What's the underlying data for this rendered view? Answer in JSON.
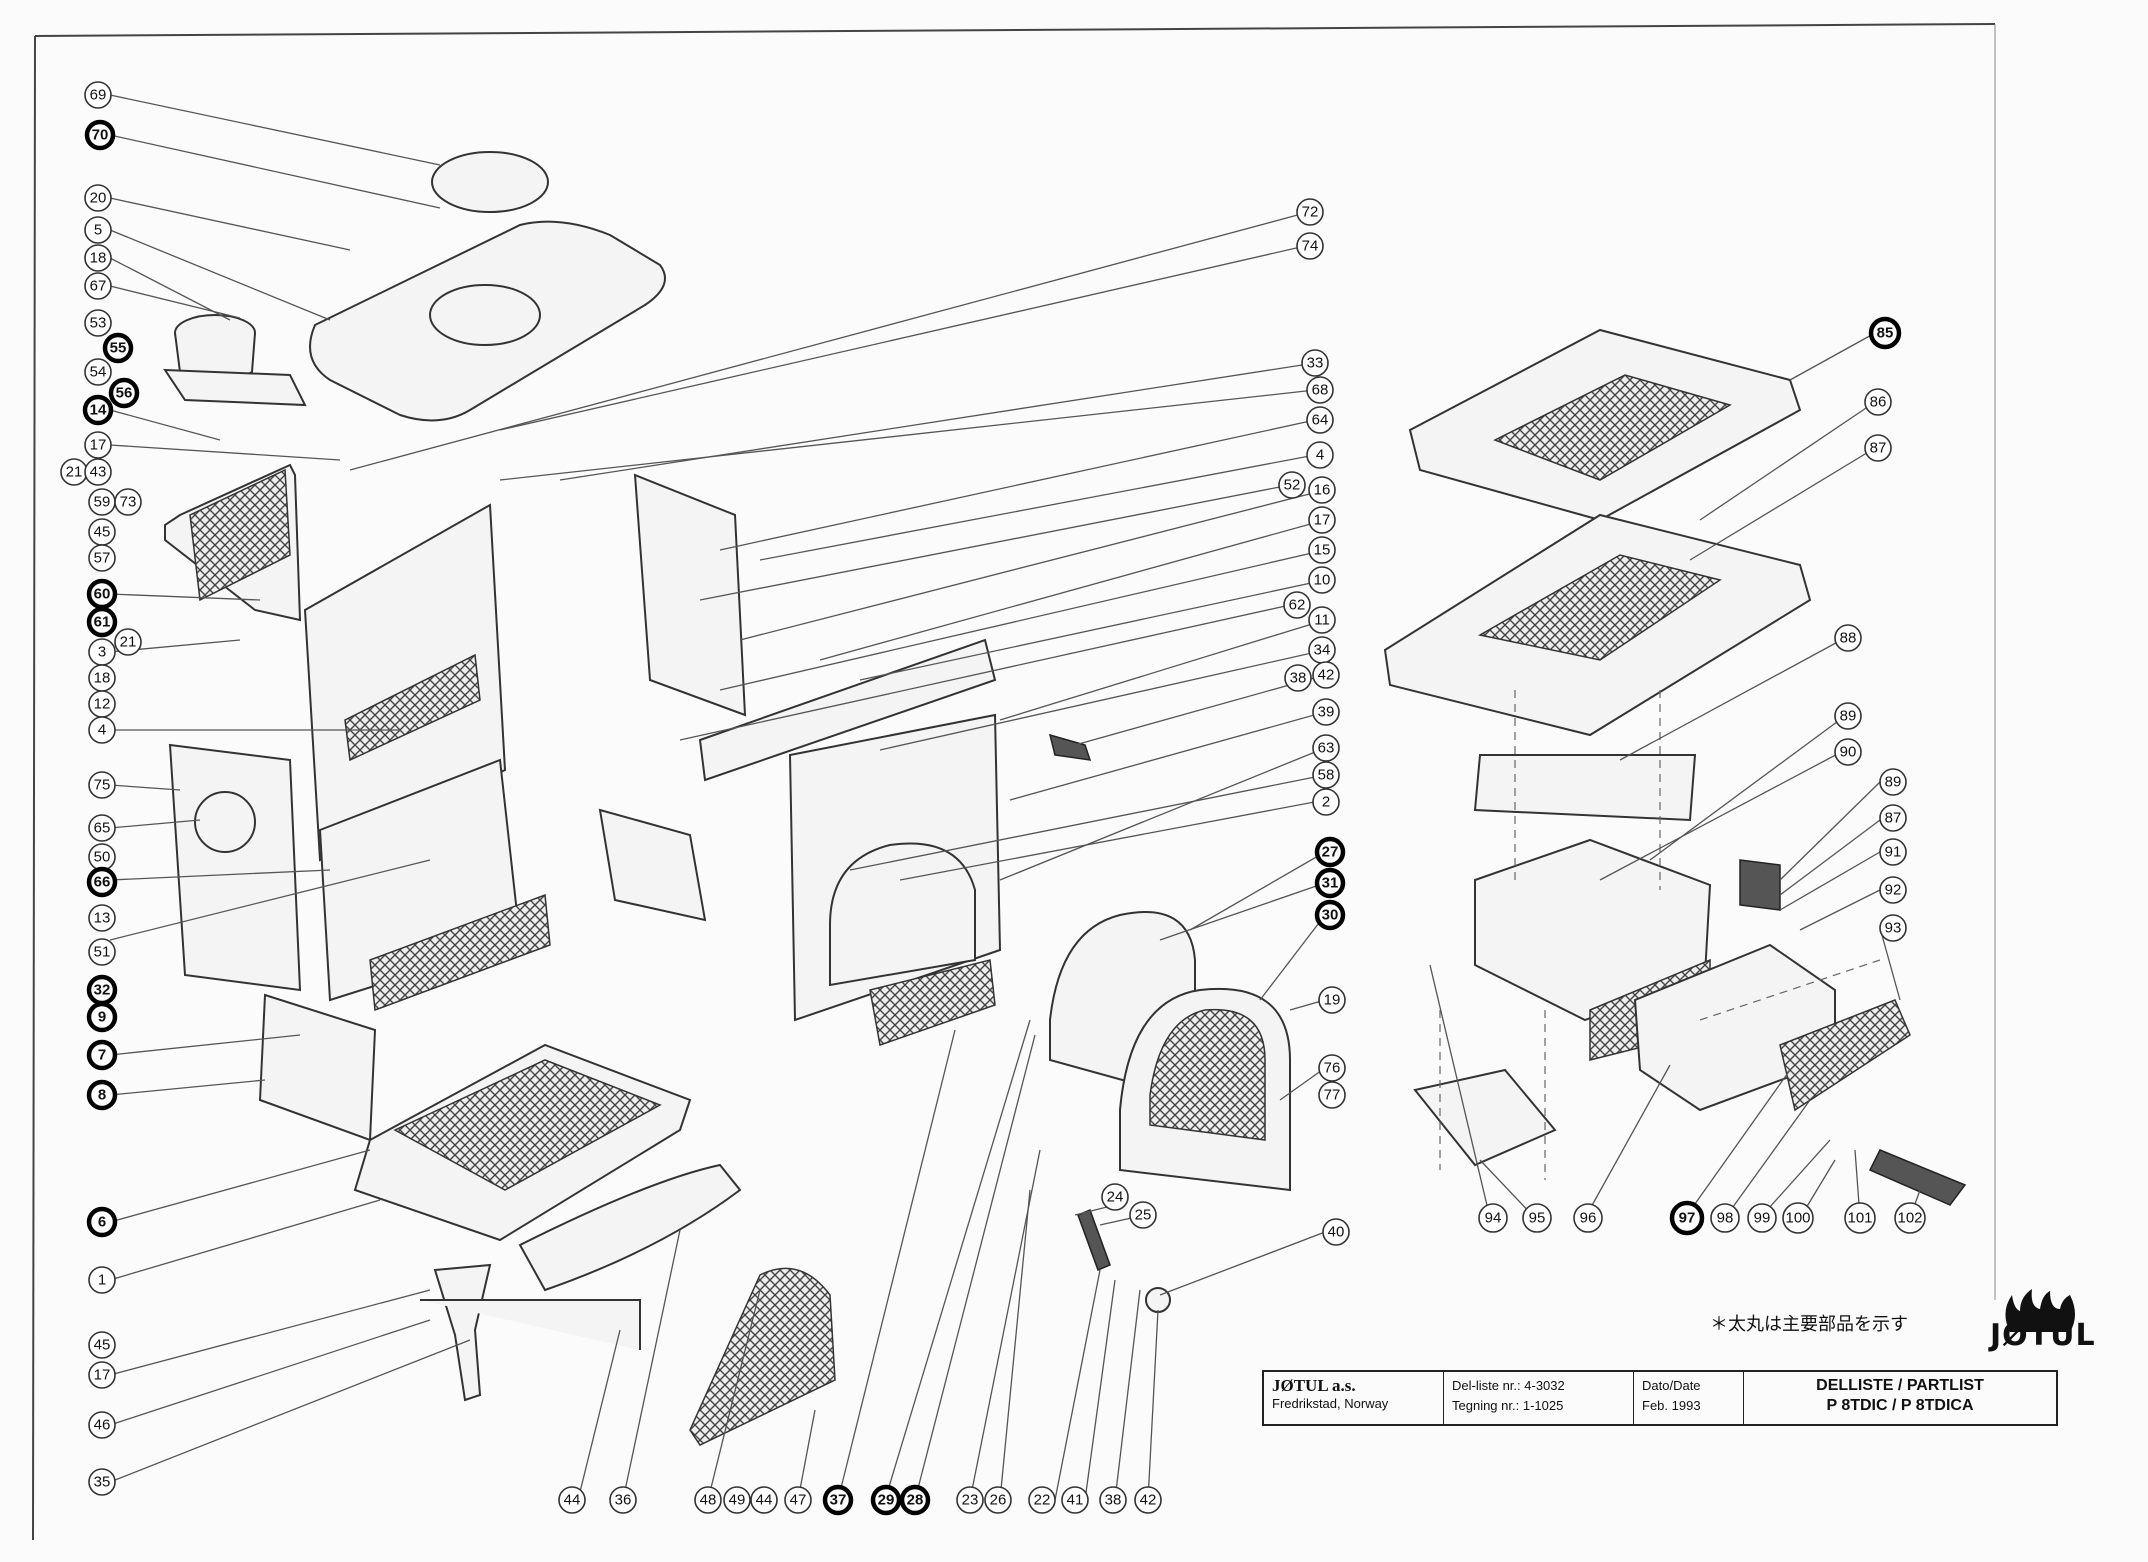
{
  "callouts": {
    "c69": "69",
    "c70": "70",
    "c20": "20",
    "c5": "5",
    "c18a": "18",
    "c67": "67",
    "c53": "53",
    "c55": "55",
    "c54": "54",
    "c56": "56",
    "c14": "14",
    "c17a": "17",
    "c21a": "21",
    "c43": "43",
    "c59": "59",
    "c73": "73",
    "c45a": "45",
    "c57": "57",
    "c60": "60",
    "c61": "61",
    "c3": "3",
    "c21b": "21",
    "c18b": "18",
    "c12": "12",
    "c4a": "4",
    "c75": "75",
    "c65": "65",
    "c50": "50",
    "c66": "66",
    "c13": "13",
    "c51": "51",
    "c32": "32",
    "c9": "9",
    "c7": "7",
    "c8": "8",
    "c6": "6",
    "c1": "1",
    "c45b": "45",
    "c17b": "17",
    "c46": "46",
    "c35": "35",
    "c72": "72",
    "c74": "74",
    "c33": "33",
    "c68": "68",
    "c64": "64",
    "c4b": "4",
    "c52": "52",
    "c16": "16",
    "c17c": "17",
    "c15": "15",
    "c10": "10",
    "c62": "62",
    "c11": "11",
    "c34": "34",
    "c38a": "38",
    "c42a": "42",
    "c39": "39",
    "c63": "63",
    "c58": "58",
    "c2": "2",
    "c27": "27",
    "c31": "31",
    "c30": "30",
    "c19": "19",
    "c76": "76",
    "c77": "77",
    "c24": "24",
    "c25": "25",
    "c40": "40",
    "c44a": "44",
    "c36": "36",
    "c48": "48",
    "c49": "49",
    "c44b": "44",
    "c47": "47",
    "c37": "37",
    "c29": "29",
    "c28": "28",
    "c23": "23",
    "c26": "26",
    "c22": "22",
    "c41": "41",
    "c38b": "38",
    "c42b": "42",
    "c85": "85",
    "c86": "86",
    "c87a": "87",
    "c88": "88",
    "c89a": "89",
    "c90": "90",
    "c89b": "89",
    "c87b": "87",
    "c91": "91",
    "c92": "92",
    "c93": "93",
    "c94": "94",
    "c95": "95",
    "c96": "96",
    "c97": "97",
    "c98": "98",
    "c99": "99",
    "c100": "100",
    "c101": "101",
    "c102": "102"
  },
  "note": "＊太丸は主要部品を示す",
  "logo": {
    "word": "JØTUL",
    "icon": "flame-icon"
  },
  "title_block": {
    "company": "JØTUL a.s.",
    "location": "Fredrikstad, Norway",
    "del_liste_label": "Del-liste nr.:",
    "del_liste_value": "4-3032",
    "tegning_label": "Tegning nr.:",
    "tegning_value": "1-1025",
    "date_label": "Dato/Date",
    "date_value": "Feb. 1993",
    "title_line1": "DELLISTE / PARTLIST",
    "title_line2": "P 8TDIC / P 8TDICA"
  },
  "colors": {
    "line": "#333333",
    "background": "#fbfbfc",
    "major_ring": "#000000"
  }
}
